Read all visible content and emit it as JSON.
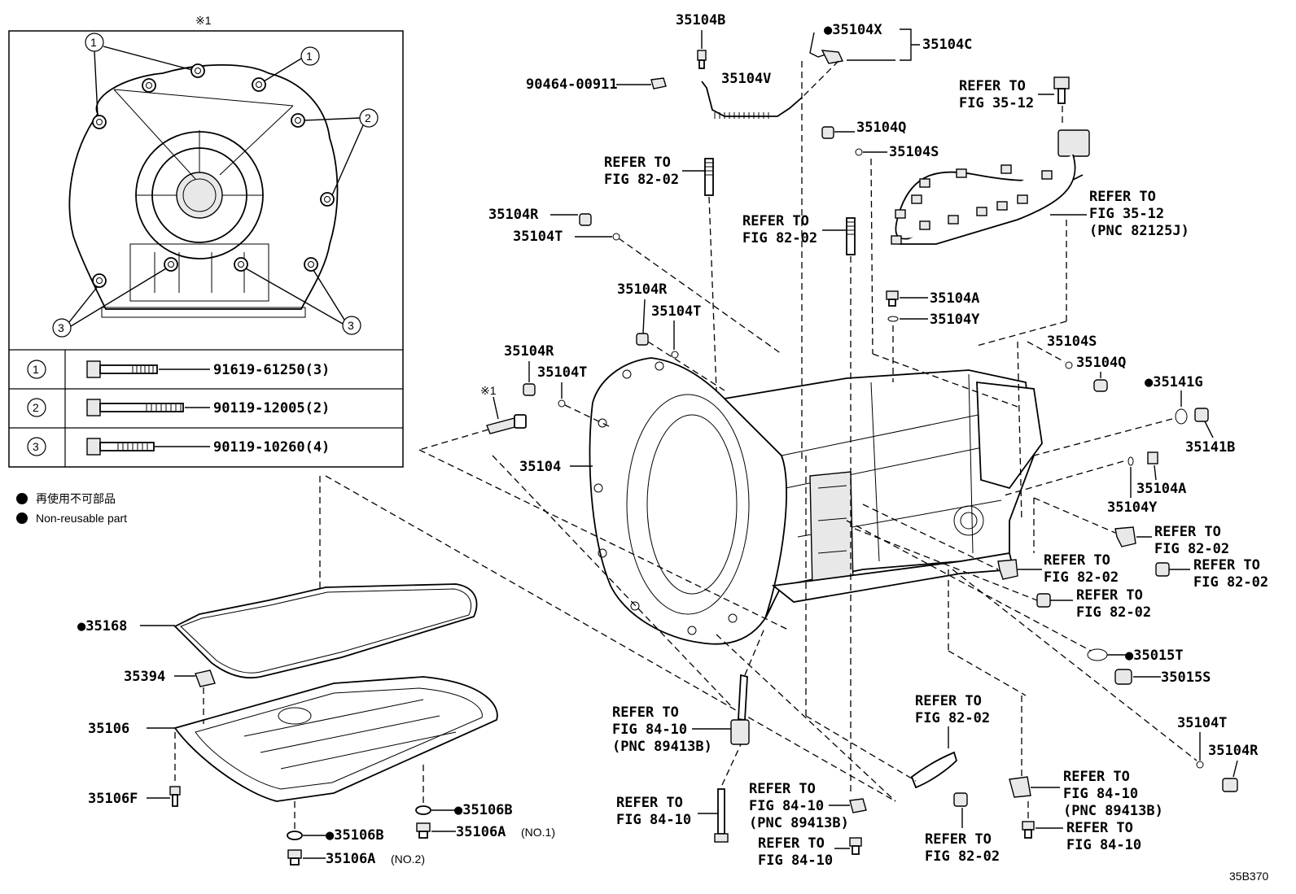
{
  "inset": {
    "marker": "※1",
    "callouts": [
      "1",
      "2",
      "3"
    ],
    "table": [
      {
        "num": "1",
        "part": "91619-61250(3)"
      },
      {
        "num": "2",
        "part": "90119-12005(2)"
      },
      {
        "num": "3",
        "part": "90119-10260(4)"
      }
    ]
  },
  "legend": {
    "ja": "再使用不可部品",
    "en": "Non-reusable part"
  },
  "labels": {
    "p35104B": "35104B",
    "p35104X": "●35104X",
    "p35104C": "35104C",
    "p90464": "90464-00911",
    "p35104V": "35104V",
    "p35104Q_top": "35104Q",
    "p35104S_top": "35104S",
    "p35104R_1": "35104R",
    "p35104T_1": "35104T",
    "p35104R_2": "35104R",
    "p35104T_2": "35104T",
    "p35104R_3": "35104R",
    "p35104T_3": "35104T",
    "p35104A_1": "35104A",
    "p35104Y_1": "35104Y",
    "p35104S_2": "35104S",
    "p35104Q_2": "35104Q",
    "p35141G": "●35141G",
    "p35141B": "35141B",
    "p35104A_2": "35104A",
    "p35104Y_2": "35104Y",
    "p35104": "35104",
    "marker1": "※1",
    "p35015T": "●35015T",
    "p35015S": "35015S",
    "p35104T_4": "35104T",
    "p35104R_4": "35104R",
    "p35168": "●35168",
    "p35394": "35394",
    "p35106": "35106",
    "p35106F": "35106F",
    "p35106B_1": "●35106B",
    "p35106B_2": "●35106B",
    "p35106A_1": "35106A",
    "p35106A_1_note": "(NO.1)",
    "p35106A_2": "35106A",
    "p35106A_2_note": "(NO.2)",
    "ref_35_12_a_1": "REFER TO",
    "ref_35_12_a_2": "FIG 35-12",
    "ref_35_12_b_1": "REFER TO",
    "ref_35_12_b_2": "FIG 35-12",
    "ref_35_12_b_3": "(PNC 82125J)",
    "ref_82_02_a_1": "REFER TO",
    "ref_82_02_a_2": "FIG 82-02",
    "ref_82_02_b_1": "REFER TO",
    "ref_82_02_b_2": "FIG 82-02",
    "ref_82_02_c_1": "REFER TO",
    "ref_82_02_c_2": "FIG 82-02",
    "ref_82_02_d_1": "REFER TO",
    "ref_82_02_d_2": "FIG 82-02",
    "ref_82_02_e_1": "REFER TO",
    "ref_82_02_e_2": "FIG 82-02",
    "ref_82_02_f_1": "REFER TO",
    "ref_82_02_f_2": "FIG 82-02",
    "ref_82_02_g_1": "REFER TO",
    "ref_82_02_g_2": "FIG 82-02",
    "ref_82_02_h_1": "REFER TO",
    "ref_82_02_h_2": "FIG 82-02",
    "ref_84_10_a_1": "REFER TO",
    "ref_84_10_a_2": "FIG 84-10",
    "ref_84_10_a_3": "(PNC 89413B)",
    "ref_84_10_b_1": "REFER TO",
    "ref_84_10_b_2": "FIG 84-10",
    "ref_84_10_c_1": "REFER TO",
    "ref_84_10_c_2": "FIG 84-10",
    "ref_84_10_c_3": "(PNC 89413B)",
    "ref_84_10_d_1": "REFER TO",
    "ref_84_10_d_2": "FIG 84-10",
    "ref_84_10_e_1": "REFER TO",
    "ref_84_10_e_2": "FIG 84-10",
    "ref_84_10_e_3": "(PNC 89413B)",
    "ref_84_10_f_1": "REFER TO",
    "ref_84_10_f_2": "FIG 84-10"
  },
  "footer": {
    "code": "35B370"
  }
}
